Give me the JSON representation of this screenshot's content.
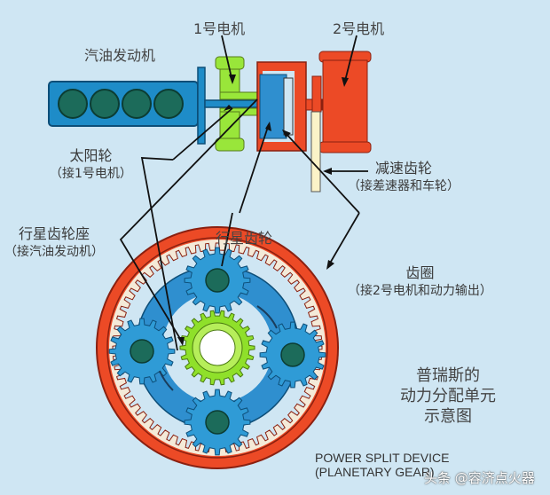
{
  "labels": {
    "engine": "汽油发动机",
    "mg1": "1号电机",
    "mg2": "2号电机",
    "sun_gear": "太阳轮",
    "sun_gear_note": "（接1号电机）",
    "reduction_gear": "减速齿轮",
    "reduction_gear_note": "（接差速器和车轮）",
    "carrier": "行星齿轮座",
    "carrier_note": "（接汽油发动机）",
    "planet_gear": "行星齿轮",
    "ring_gear": "齿圈",
    "ring_gear_note": "（接2号电机和动力输出）"
  },
  "title": {
    "line1": "普瑞斯的",
    "line2": "动力分配单元",
    "line3": "示意图"
  },
  "english": {
    "line1": "POWER SPLIT DEVICE",
    "line2": "(PLANETARY GEAR)"
  },
  "watermark": "头条 @容济点火器",
  "colors": {
    "background": "#cfe6f3",
    "engine": "#1e8cc8",
    "mg1": "#99e63a",
    "mg2_ring": "#ec4a26",
    "carrier": "#2f8fcf",
    "planet": "#2f9bd6",
    "sun": "#8fe02a",
    "reduction_gear": "#fbf3c8"
  }
}
